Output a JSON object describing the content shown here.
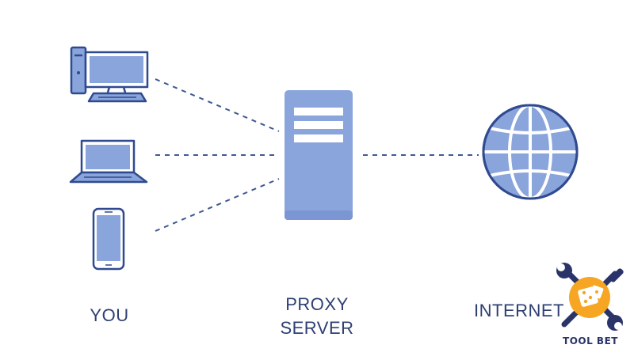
{
  "labels": {
    "you": "YOU",
    "proxy_line1": "PROXY",
    "proxy_line2": "SERVER",
    "internet": "INTERNET"
  },
  "watermark": {
    "text": "TOOL BET"
  },
  "colors": {
    "fill": "#8aa4dc",
    "stroke": "#2f4a8f",
    "line": "#3f5a94",
    "server_slot": "#ffffff",
    "logo_orange": "#f6a623",
    "logo_navy": "#2a3468"
  },
  "icons": [
    "desktop-icon",
    "laptop-icon",
    "smartphone-icon",
    "proxy-server-icon",
    "globe-icon",
    "toolbet-logo"
  ]
}
